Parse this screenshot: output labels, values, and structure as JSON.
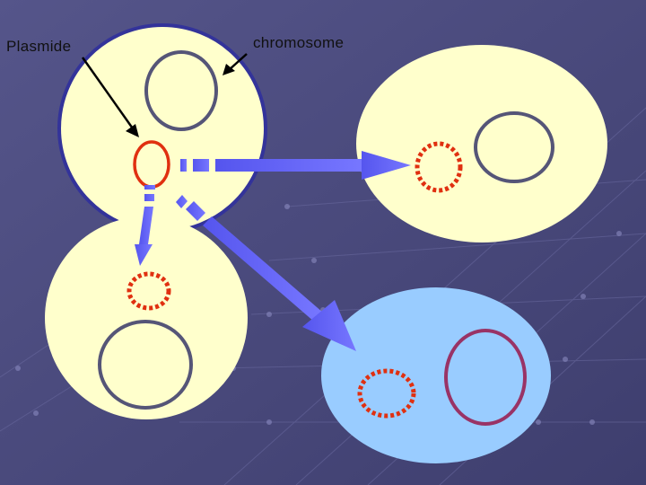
{
  "labels": {
    "plasmid": "Plasmide",
    "chromosome": "chromosome"
  },
  "colors": {
    "background": "#4a4a7c",
    "cell_fill": "#ffffcc",
    "recipient_cell_fill": "#99ccff",
    "cell_border": "#33339a",
    "chromosome_stroke": "#555577",
    "new_chromosome_stroke": "#993366",
    "plasmid_stroke": "#e03010",
    "transfer_arrow": "#6666ff",
    "pointer_arrow": "#000000"
  },
  "icons": {
    "plasmid": "red-ring",
    "plasmid_copy": "red-dotted-ring",
    "chromosome": "gray-ring",
    "transfer": "dashed-block-arrow"
  }
}
